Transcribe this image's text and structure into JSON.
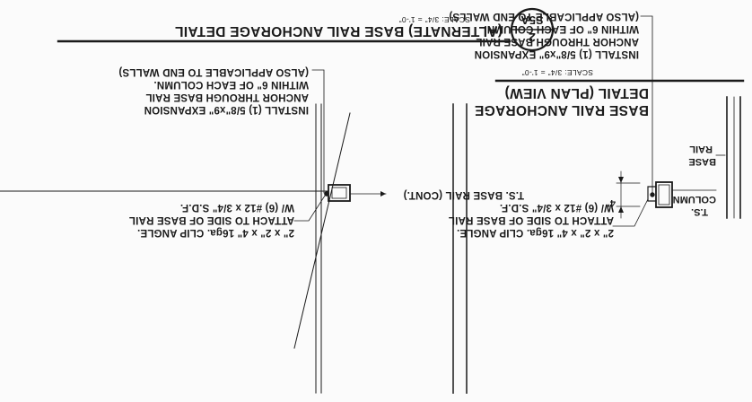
{
  "sheet": {
    "orientation": "rotated 180 degrees",
    "ink_color": "#1a1a1a",
    "paper_color": "#fbfbfb"
  },
  "plan_view": {
    "title_line1": "BASE RAIL ANCHORAGE",
    "title_line2": "DETAIL (PLAN VIEW)",
    "scale": "SCALE: 3/4\" = 1'-0\"",
    "clip_note": {
      "line1": "2\" x 2\" x 4\" 16ga. CLIP ANGLE.",
      "line2": "ATTACH TO SIDE OF BASE RAIL",
      "line3": "W/ (6) #12 x 3/4\" S.D.F."
    },
    "column_label": {
      "line1": "T.S.",
      "line2": "COLUMN"
    },
    "base_rail_label": {
      "line1": "BASE",
      "line2": "RAIL"
    },
    "dimension": "4\"",
    "anchor_note": {
      "line1": "INSTALL (1) 5/8\"x9\" EXPANSION",
      "line2": "ANCHOR THROUGH BASE RAIL",
      "line3": "WITHIN 6\" OF EACH COLUMN.",
      "line4": "(ALSO APPLICABLE TO END WALLS)"
    }
  },
  "alternate_detail": {
    "title": "(ALTERNATE) BASE RAIL ANCHORAGE DETAIL",
    "scale": "SCALE: 3/4\" = 1'-0\"",
    "bubble_top": "2",
    "bubble_bottom": "S5A",
    "clip_note": {
      "line1": "2\" x 2\" x 4\" 16ga. CLIP ANGLE.",
      "line2": "ATTACH TO SIDE OF BASE RAIL",
      "line3": "W/ (6) #12 x 3/4\" S.D.F."
    },
    "base_rail_label": "T.S. BASE RAIL (CONT.)",
    "anchor_note": {
      "line1": "INSTALL (1) 5/8\"x9\" EXPANSION",
      "line2": "ANCHOR THROUGH BASE RAIL",
      "line3": "WITHIN 6\" OF EACH COLUMN.",
      "line4": "(ALSO APPLICABLE TO END WALLS)"
    }
  }
}
